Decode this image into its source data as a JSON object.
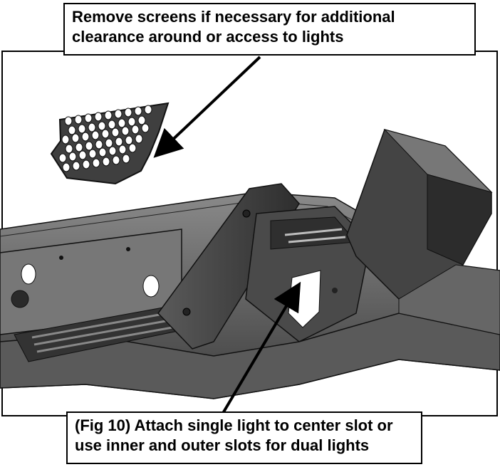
{
  "callouts": {
    "top": {
      "line1": "Remove screens if necessary for additional",
      "line2": "clearance around or access to lights"
    },
    "bottom": {
      "line1": "(Fig 10) Attach single light to center slot or",
      "line2": "use inner and outer slots for dual lights"
    }
  },
  "colors": {
    "frame": "#000000",
    "metal_dark": "#3a3a3a",
    "metal_mid": "#6b6b6b",
    "metal_light": "#9a9a9a",
    "background": "#ffffff"
  },
  "icons": [
    "honeycomb-screen-icon",
    "bumper-icon",
    "arrow-icon"
  ]
}
